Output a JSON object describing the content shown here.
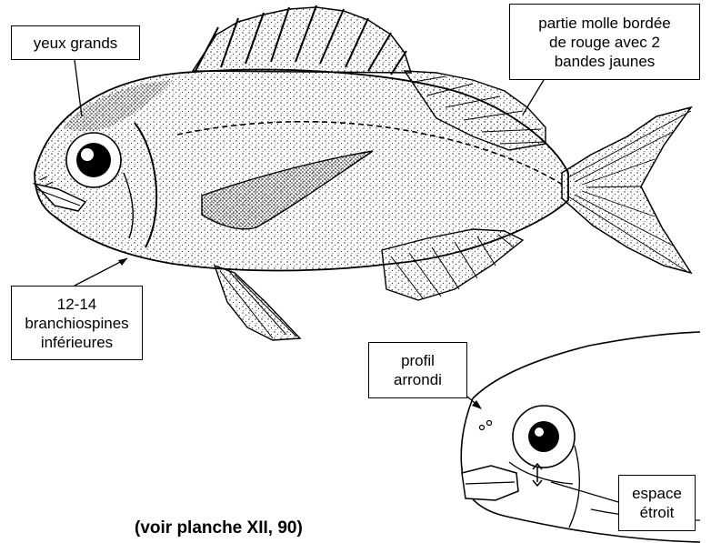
{
  "labels": {
    "eyes": "yeux grands",
    "soft_fin": [
      "partie molle bordée",
      "de rouge avec 2",
      "bandes jaunes"
    ],
    "gill_rakers": [
      "12-14",
      "branchiospines",
      "inférieures"
    ],
    "profile": [
      "profil",
      "arrondi"
    ],
    "space": [
      "espace",
      "étroit"
    ]
  },
  "caption": "(voir planche XII, 90)"
}
